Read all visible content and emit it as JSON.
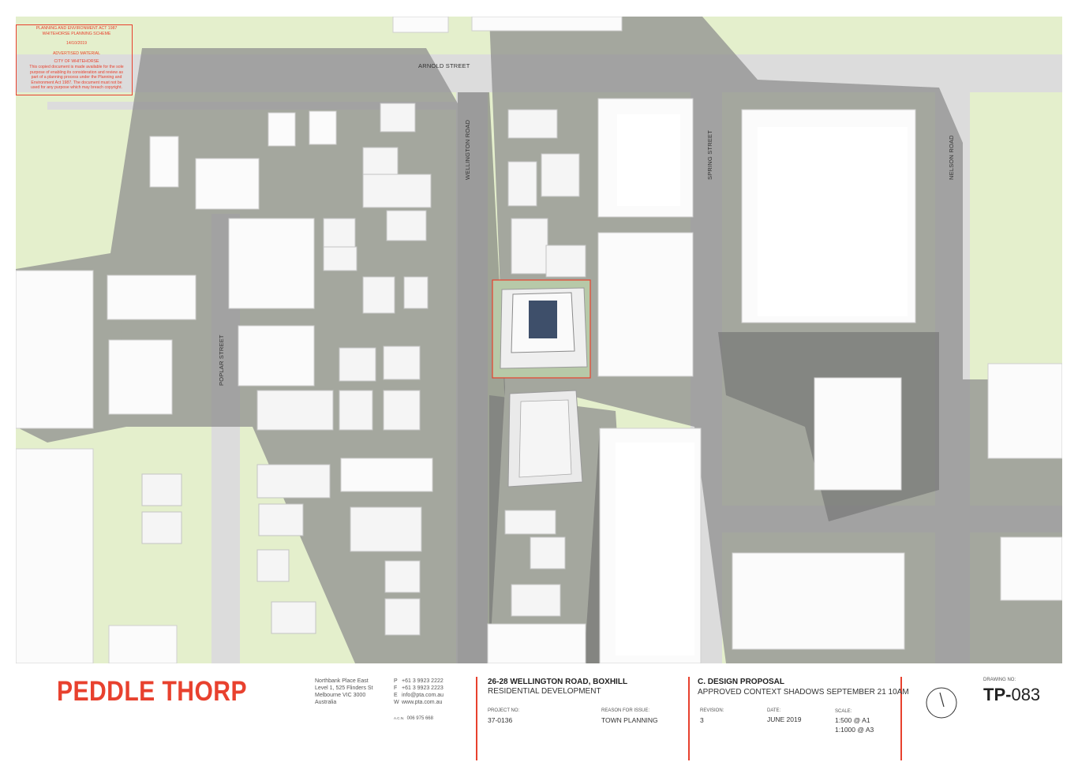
{
  "map": {
    "streets": {
      "arnold": "ARNOLD STREET",
      "wellington": "WELLINGTON ROAD",
      "spring": "SPRING STREET",
      "nelson": "NELSON ROAD",
      "poplar": "POPLAR STREET"
    },
    "stamp": {
      "line1": "PLANNING AND ENVIRONMENT ACT 1987",
      "line2": "WHITEHORSE PLANNING SCHEME",
      "date": "14/10/2019",
      "material": "ADVERTISED MATERIAL",
      "council": "CITY OF WHITEHORSE",
      "notice1": "This copied document is made available for the sole",
      "notice2": "purpose of enabling its consideration and review as",
      "notice3": "part of a planning process under the Planning and",
      "notice4": "Environment Act 1987. The document must not be",
      "notice5": "used for any purpose which may breach copyright."
    },
    "colors": {
      "lawn": "#e4efcc",
      "shadow": "#8f8f8f",
      "road": "#dedede",
      "building": "#fbfbfb",
      "site": "#e8412e"
    }
  },
  "titleblock": {
    "brand": "PEDDLE THORP",
    "address": {
      "line1": "Northbank Place East",
      "line2": "Level 1, 525 Flinders St",
      "line3": "Melbourne VIC 3000",
      "line4": "Australia"
    },
    "contact": {
      "p_label": "P",
      "p_value": "+61 3 9923 2222",
      "f_label": "F",
      "f_value": "+61 3 9923 2223",
      "e_label": "E",
      "e_value": "info@pta.com.au",
      "w_label": "W",
      "w_value": "www.pta.com.au",
      "acn_label": "A.C.N.",
      "acn_value": "006 975 668"
    },
    "project": {
      "title": "26-28 WELLINGTON ROAD, BOXHILL",
      "subtitle": "RESIDENTIAL DEVELOPMENT",
      "no_label": "PROJECT NO:",
      "no_value": "37-0136",
      "reason_label": "REASON FOR ISSUE:",
      "reason_value": "TOWN PLANNING"
    },
    "drawing": {
      "section": "C. DESIGN PROPOSAL",
      "title": "APPROVED CONTEXT SHADOWS SEPTEMBER 21 10AM",
      "revision_label": "REVISION:",
      "revision_value": "3",
      "date_label": "DATE:",
      "date_value": "JUNE 2019",
      "scale_label": "SCALE:",
      "scale_a1": "1:500  @ A1",
      "scale_a3": "1:1000 @ A3",
      "no_label": "DRAWING NO:",
      "no_prefix": "TP-",
      "no_number": "083"
    },
    "accent": "#e8412e"
  }
}
